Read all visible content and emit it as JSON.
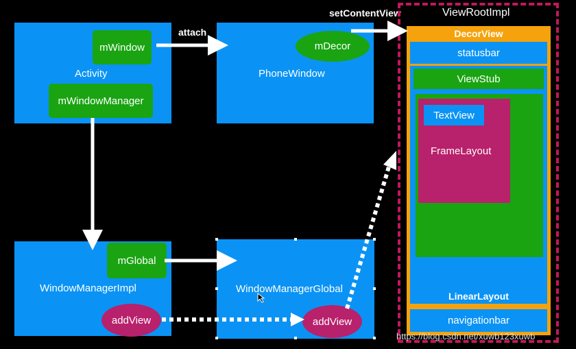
{
  "labels": {
    "set_content_view": "setContentView",
    "view_root_impl": "ViewRootImpl",
    "attach": "attach",
    "activity": "Activity",
    "m_window": "mWindow",
    "m_window_manager": "mWindowManager",
    "phone_window": "PhoneWindow",
    "m_decor": "mDecor",
    "window_manager_impl": "WindowManagerImpl",
    "m_global": "mGlobal",
    "add_view_impl": "addView",
    "window_manager_global": "WindowManagerGlobal",
    "add_view_global": "addView",
    "decor_view": "DecorView",
    "statusbar": "statusbar",
    "view_stub": "ViewStub",
    "text_view": "TextView",
    "frame_layout": "FrameLayout",
    "linear_layout": "LinearLayout",
    "navigationbar": "navigationbar",
    "watermark": "https://blog.csdn.net/xuwb123xuwb"
  },
  "colors": {
    "background": "#000000",
    "blue": "#0a93f5",
    "green": "#1aa412",
    "magenta": "#b8216b",
    "orange": "#f5a20c",
    "dashed_border": "#c2185b"
  }
}
